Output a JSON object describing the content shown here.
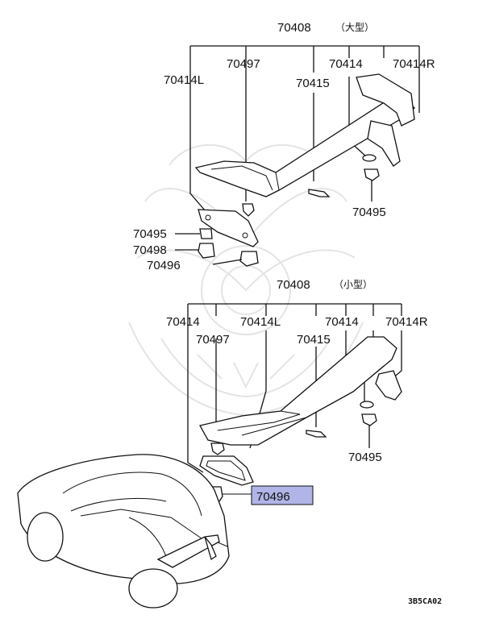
{
  "diagram": {
    "upper_group": {
      "header": "70408",
      "header_note": "（大型）",
      "labels": [
        "70414L",
        "70497",
        "70414",
        "70414R",
        "70415",
        "70495",
        "70495",
        "70498",
        "70496"
      ]
    },
    "lower_group": {
      "header": "70408",
      "header_note": "（小型）",
      "labels": [
        "70414",
        "70414L",
        "70414",
        "70414R",
        "70497",
        "70415",
        "70495"
      ]
    },
    "highlighted_part": "70496",
    "highlight_color": "#b0b4e6",
    "diagram_code": "3B5CA02"
  }
}
